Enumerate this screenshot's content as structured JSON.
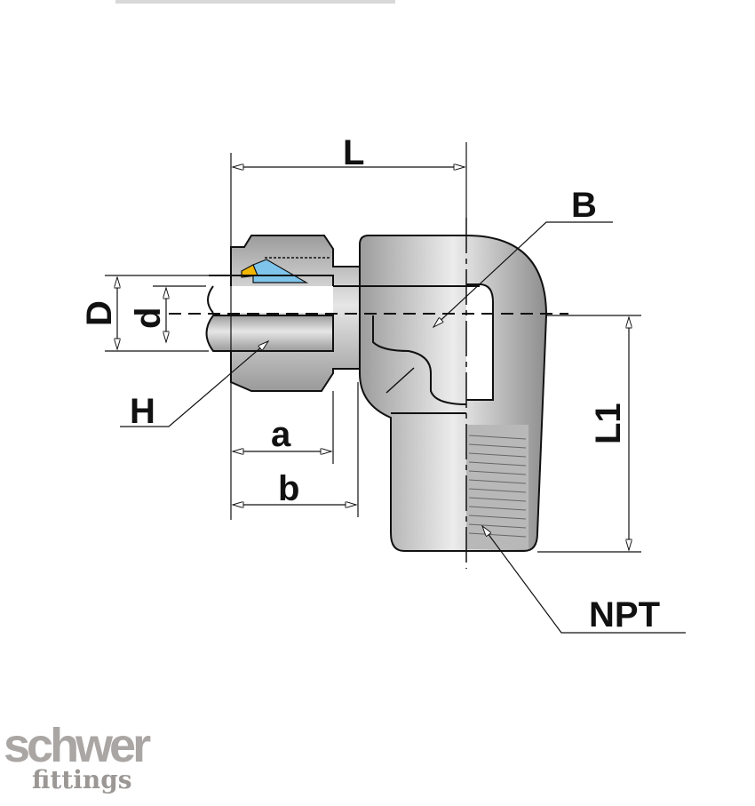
{
  "diagram": {
    "labels": {
      "L": "L",
      "B": "B",
      "D": "D",
      "d": "d",
      "H": "H",
      "a": "a",
      "b": "b",
      "L1": "L1",
      "NPT": "NPT"
    },
    "colors": {
      "body": "#c4c4c4",
      "outline": "#111111",
      "seal_yellow": "#f2b600",
      "ferrule_blue": "#7fc4ea"
    }
  },
  "logo": {
    "line1": "schwer",
    "line2": "fittings"
  }
}
